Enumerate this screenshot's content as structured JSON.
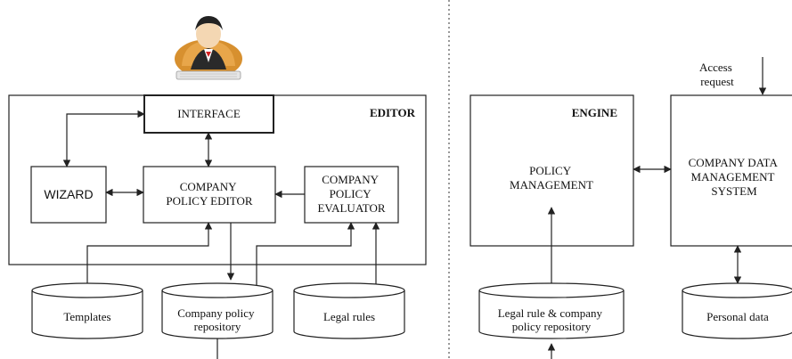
{
  "editor": {
    "title": "EDITOR",
    "interface": "INTERFACE",
    "wizard": "WIZARD",
    "policy_editor": [
      "COMPANY",
      "POLICY EDITOR"
    ],
    "policy_evaluator": [
      "COMPANY",
      "POLICY",
      "EVALUATOR"
    ]
  },
  "engine": {
    "title": "ENGINE",
    "policy_management": [
      "POLICY",
      "MANAGEMENT"
    ],
    "cdms": [
      "COMPANY DATA",
      "MANAGEMENT",
      "SYSTEM"
    ],
    "access_request": [
      "Access",
      "request"
    ]
  },
  "stores": {
    "templates": [
      "Templates"
    ],
    "company_policy_repository": [
      "Company policy",
      "repository"
    ],
    "legal_rules": [
      "Legal rules"
    ],
    "legal_company_repository": [
      "Legal rule & company",
      "policy repository"
    ],
    "personal_data": [
      "Personal data"
    ]
  },
  "user_icon": "user-at-keyboard-icon"
}
